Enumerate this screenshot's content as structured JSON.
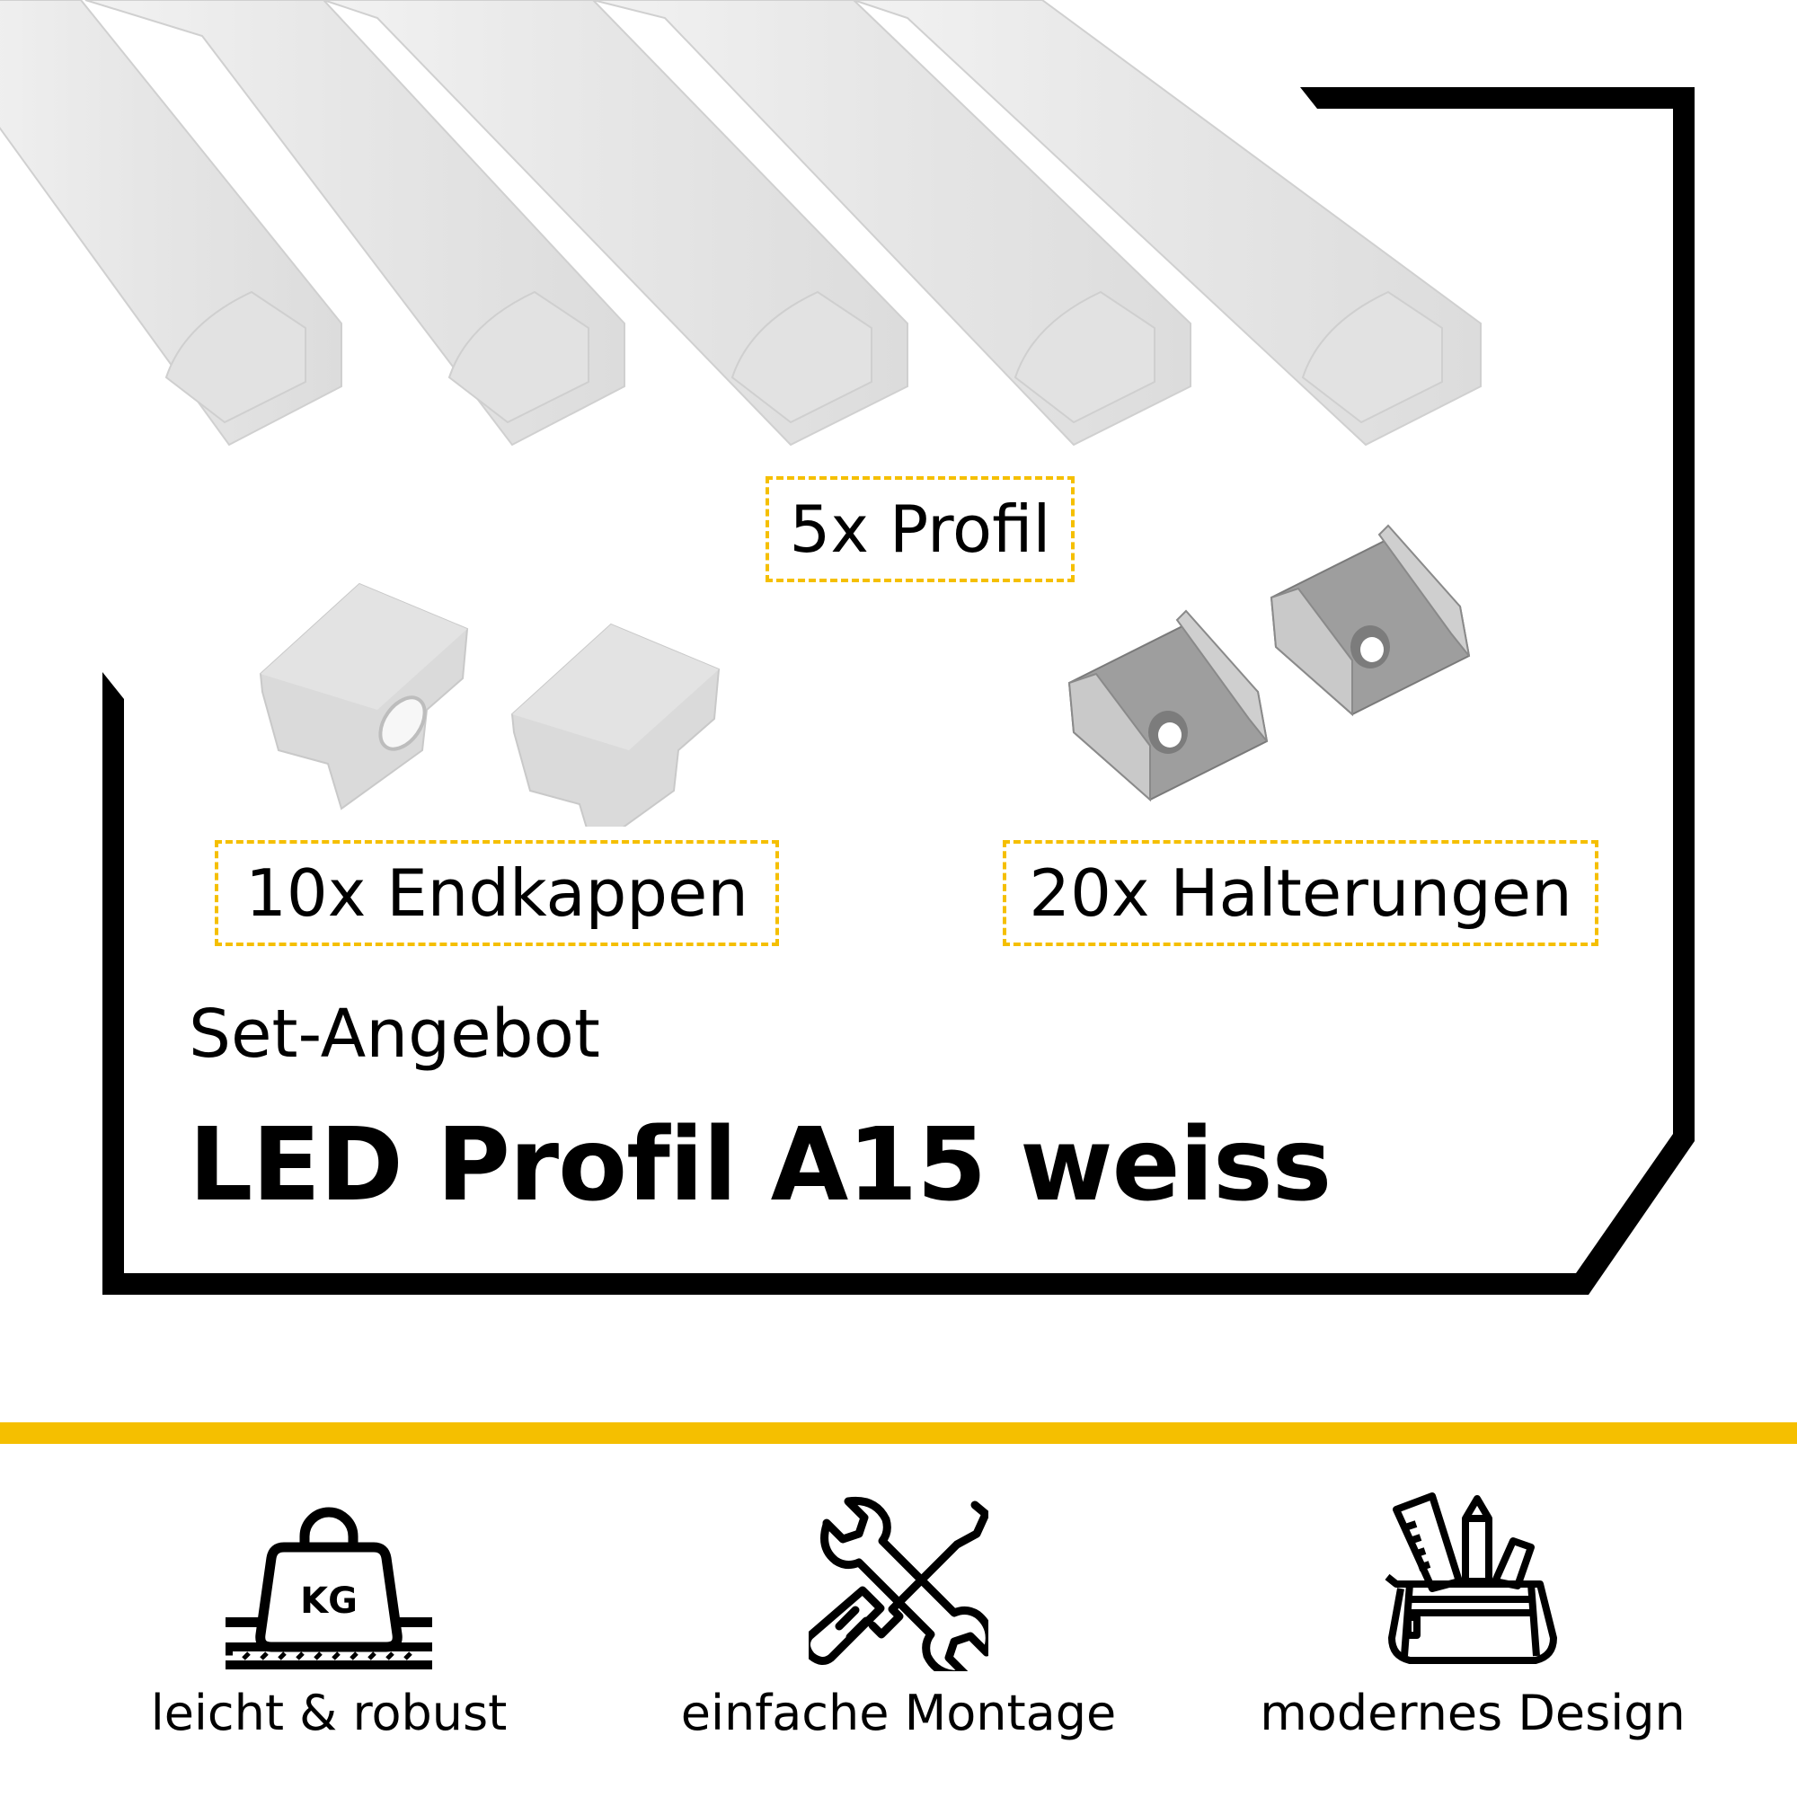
{
  "product": {
    "subtitle": "Set-Angebot",
    "title": "LED Profil A15 weiss"
  },
  "contents": [
    {
      "quantity": "5x",
      "label": "5x Profil",
      "item": "Profil"
    },
    {
      "quantity": "10x",
      "label": "10x Endkappen",
      "item": "Endkappen"
    },
    {
      "quantity": "20x",
      "label": "20x Halterungen",
      "item": "Halterungen"
    }
  ],
  "features": [
    {
      "icon": "weight-kg-icon",
      "label": "leicht & robust"
    },
    {
      "icon": "wrench-screwdriver-icon",
      "label": "einfache Montage"
    },
    {
      "icon": "pencil-case-icon",
      "label": "modernes Design"
    }
  ],
  "colors": {
    "accent_yellow": "#F5BF00",
    "frame_black": "#000000",
    "profile_white": "#ececec",
    "endcap_gray": "#d8d8d8",
    "bracket_silver": "#a9a9a9",
    "background": "#ffffff"
  }
}
